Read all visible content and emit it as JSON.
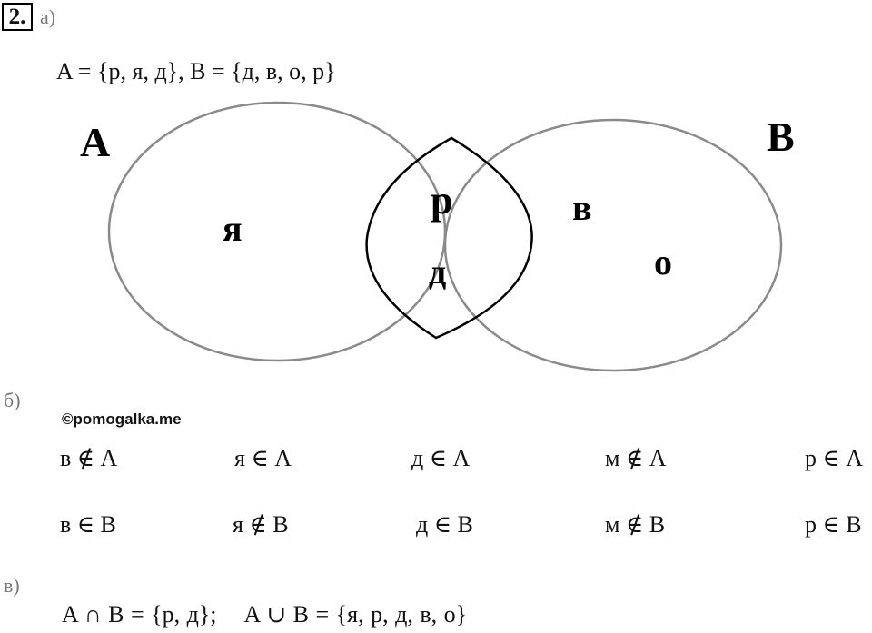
{
  "task": {
    "number": "2.",
    "part_a_label": "а)",
    "part_b_label": "б)",
    "part_c_label": "в)"
  },
  "set_definition": "A = {р, я, д}, B = {д, в, о, р}",
  "venn": {
    "set_a_label": "A",
    "set_b_label": "B",
    "only_a": [
      "я"
    ],
    "intersection": [
      "р",
      "д"
    ],
    "only_b": [
      "в",
      "о"
    ],
    "intersection_fill": "#ececec",
    "outline_color": "#8a8a8a"
  },
  "watermark": "©pomogalka.me",
  "membership_rows": [
    [
      "в ∉ A",
      "я ∈ A",
      "д ∈ A",
      "м ∉ A",
      "р ∈ A"
    ],
    [
      "в ∈ B",
      "я ∉ B",
      "д ∈ B",
      "м ∉ B",
      "р ∈ B"
    ]
  ],
  "result": {
    "intersection": "A ∩ B = {р, д};",
    "union": "A ∪ B = {я, р, д, в, о}"
  }
}
